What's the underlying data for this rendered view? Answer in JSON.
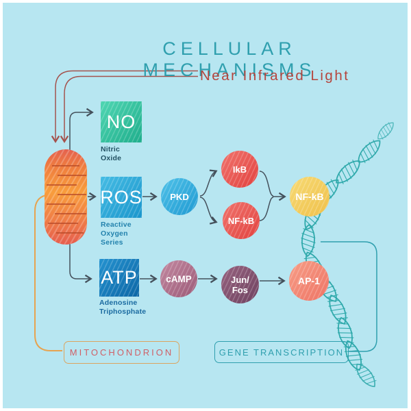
{
  "title": "CELLULAR MECHANISMS",
  "subtitle": "Near Infrared Light",
  "nodes": {
    "no": {
      "label": "NO",
      "caption": "Nitric\nOxide"
    },
    "ros": {
      "label": "ROS",
      "caption": "Reactive\nOxygen\nSeries"
    },
    "atp": {
      "label": "ATP",
      "caption": "Adenosine\nTriphosphate"
    },
    "pkd": {
      "label": "PKD"
    },
    "ikb": {
      "label": "IkB"
    },
    "nfkb": {
      "label": "NF-kB"
    },
    "nfkb2": {
      "label": "NF-kB"
    },
    "camp": {
      "label": "cAMP"
    },
    "junfos": {
      "label": "Jun/\nFos"
    },
    "ap1": {
      "label": "AP-1"
    }
  },
  "captions": {
    "mitochondrion": "MITOCHONDRION",
    "gene_transcription": "GENE TRANSCRIPTION"
  },
  "colors": {
    "background": "#b7e6f1",
    "title": "#2f9fae",
    "subtitle": "#b5443c",
    "arrow": "#44505b",
    "nir_line": "#a4524d",
    "mito_connector": "#e7a350",
    "dna": "#2fa9ab",
    "no_node": "#2bbd97",
    "ros_node": "#28a3d8",
    "atp_node": "#1077b4",
    "red_node": "#e95450",
    "yellow_node": "#f3cb5a",
    "mauve_node": "#a96480",
    "plum_node": "#7e4d6b",
    "salmon_node": "#f28273"
  }
}
